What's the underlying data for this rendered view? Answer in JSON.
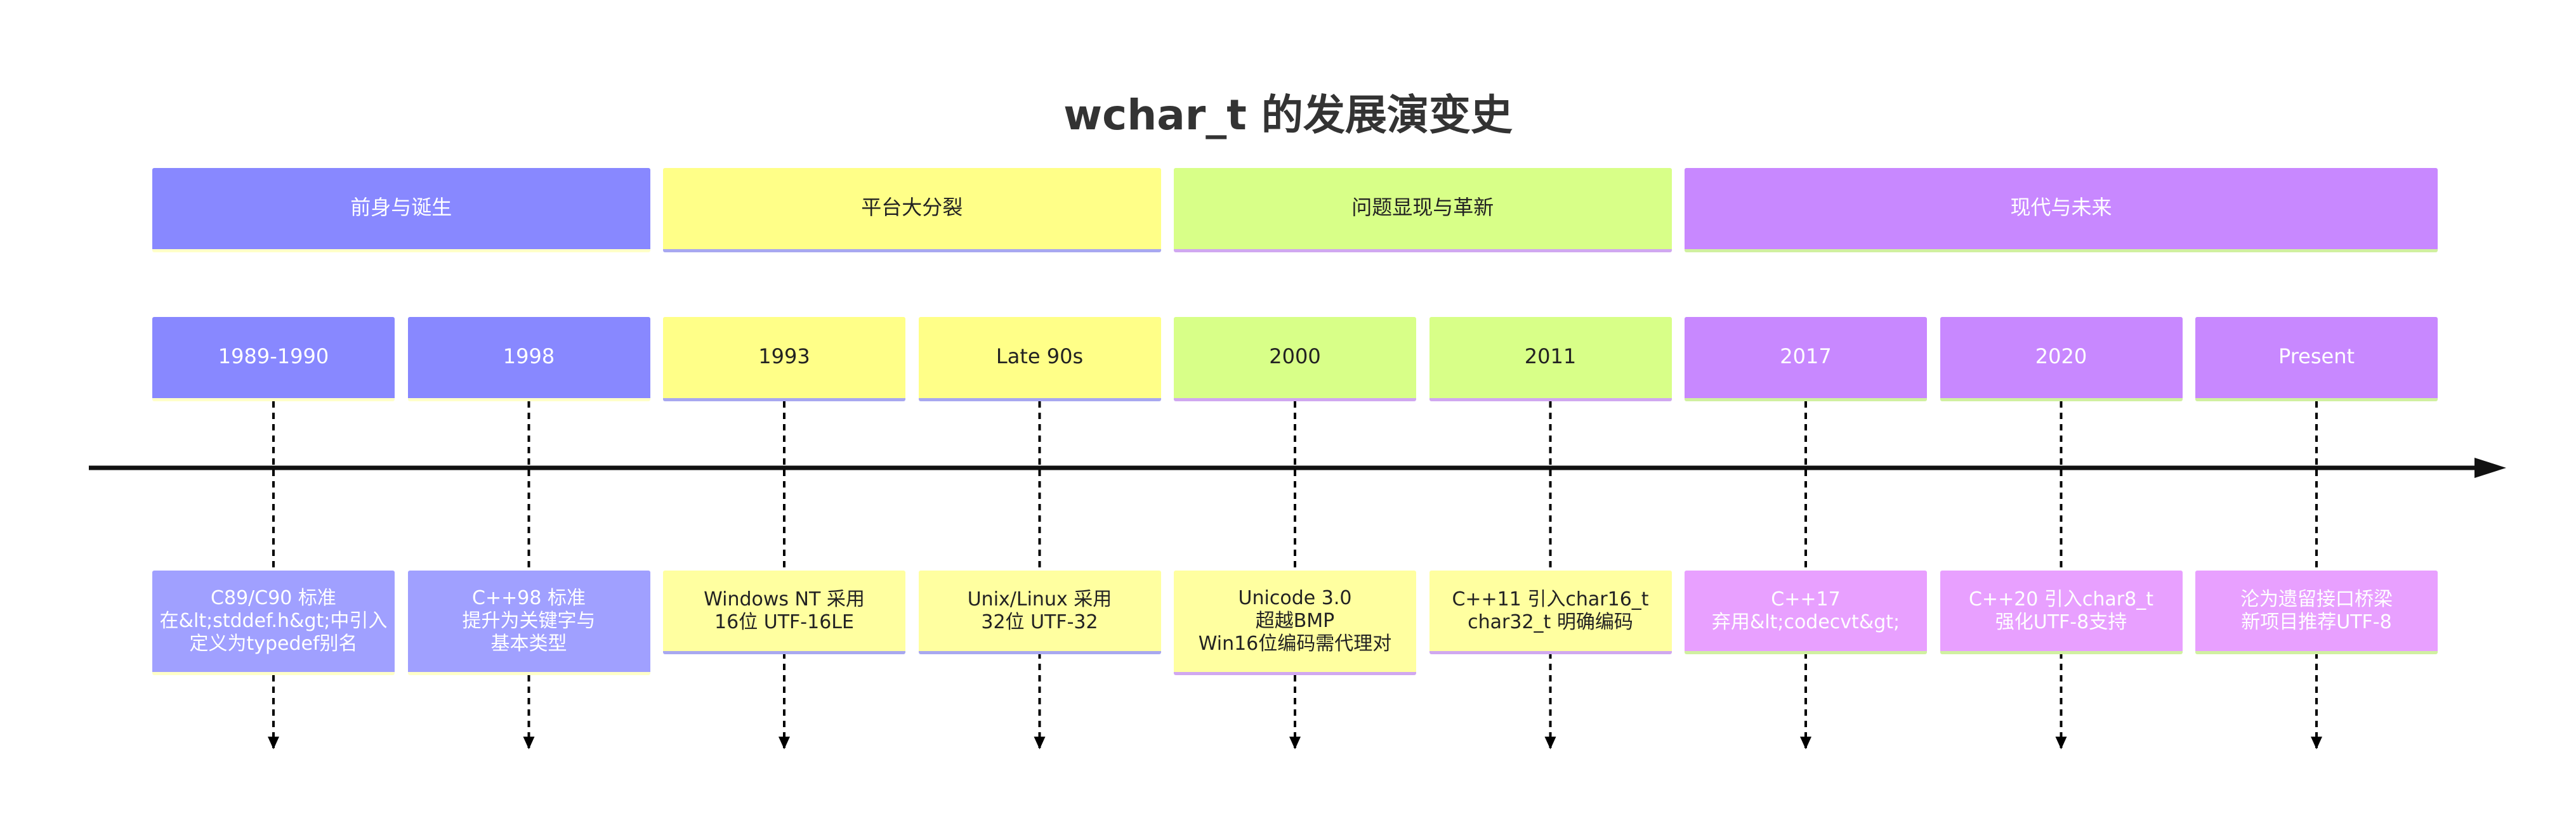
{
  "title": "wchar_t 的发展演变史",
  "sections": [
    {
      "label": "前身与诞生",
      "color": "#8888ff",
      "event_color": "#a0a0ff",
      "border": "#ffffc8",
      "text": "#ffffff",
      "periods": [
        {
          "label": "1989-1990",
          "event": "C89/C90 标准\n在&lt;stddef.h&gt;中引入\n定义为typedef别名"
        },
        {
          "label": "1998",
          "event": "C++98 标准\n提升为关键字与\n基本类型"
        }
      ]
    },
    {
      "label": "平台大分裂",
      "color": "#ffff88",
      "event_color": "#ffffa0",
      "border": "#a8a8f0",
      "text": "#222222",
      "periods": [
        {
          "label": "1993",
          "event": "Windows NT 采用\n16位 UTF-16LE"
        },
        {
          "label": "Late 90s",
          "event": "Unix/Linux 采用\n32位 UTF-32"
        }
      ]
    },
    {
      "label": "问题显现与革新",
      "color": "#d8ff88",
      "event_color": "#ffffa0",
      "border": "#d0a8f0",
      "text": "#222222",
      "periods": [
        {
          "label": "2000",
          "event": "Unicode 3.0\n超越BMP\nWin16位编码需代理对"
        },
        {
          "label": "2011",
          "event": "C++11 引入char16_t\nchar32_t 明确编码"
        }
      ]
    },
    {
      "label": "现代与未来",
      "color": "#c888ff",
      "event_color": "#e8a0ff",
      "border": "#d0f0a0",
      "text": "#ffffff",
      "periods": [
        {
          "label": "2017",
          "event": "C++17\n弃用&lt;codecvt&gt;"
        },
        {
          "label": "2020",
          "event": "C++20 引入char8_t\n强化UTF-8支持"
        },
        {
          "label": "Present",
          "event": "沦为遗留接口桥梁\n新项目推荐UTF-8"
        }
      ]
    }
  ]
}
